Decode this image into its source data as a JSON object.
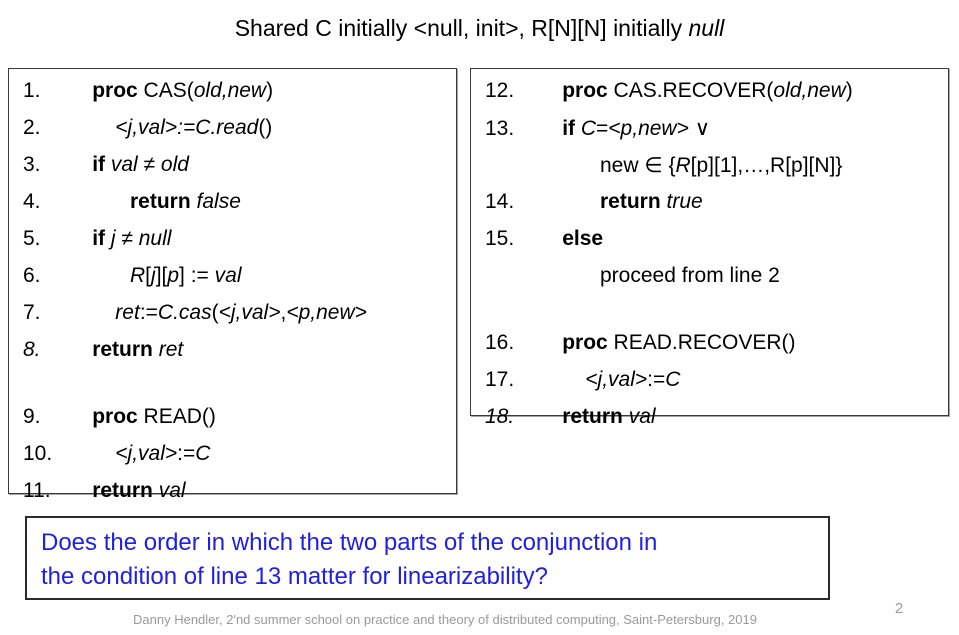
{
  "slide": {
    "title_prefix": "Shared C initially <null, init>, R[N][N] initially ",
    "title_italic": "null",
    "page_number": "2",
    "footer": "Danny Hendler, 2'nd summer school on practice and theory of distributed computing, Saint-Petersburg, 2019",
    "accent_color": "#2020e0",
    "border_color": "#3a3a3a"
  },
  "code_left": {
    "lines": [
      {
        "num": "1.",
        "num_italic": false,
        "indent": "ind2",
        "parts": [
          {
            "t": "proc ",
            "s": "b"
          },
          {
            "t": "CAS(",
            "s": ""
          },
          {
            "t": "old,new",
            "s": "i"
          },
          {
            "t": ")",
            "s": ""
          }
        ]
      },
      {
        "num": "2.",
        "num_italic": false,
        "indent": "ind3",
        "parts": [
          {
            "t": "<j,val>",
            "s": "i"
          },
          {
            "t": ":=",
            "s": "i"
          },
          {
            "t": "C.read",
            "s": "i"
          },
          {
            "t": "()",
            "s": ""
          }
        ]
      },
      {
        "num": "3.",
        "num_italic": false,
        "indent": "ind2",
        "parts": [
          {
            "t": "if ",
            "s": "b"
          },
          {
            "t": "val ≠ old",
            "s": "i"
          }
        ]
      },
      {
        "num": "4.",
        "num_italic": false,
        "indent": "ind4",
        "parts": [
          {
            "t": "return ",
            "s": "b"
          },
          {
            "t": "false",
            "s": "i"
          }
        ]
      },
      {
        "num": "5.",
        "num_italic": false,
        "indent": "ind2",
        "parts": [
          {
            "t": "if ",
            "s": "b"
          },
          {
            "t": "j ≠ null",
            "s": "i"
          }
        ]
      },
      {
        "num": "6.",
        "num_italic": false,
        "indent": "ind4",
        "parts": [
          {
            "t": "R",
            "s": "i"
          },
          {
            "t": "[",
            "s": ""
          },
          {
            "t": "j",
            "s": "i"
          },
          {
            "t": "][",
            "s": ""
          },
          {
            "t": "p",
            "s": "i"
          },
          {
            "t": "] := ",
            "s": ""
          },
          {
            "t": "val",
            "s": "i"
          }
        ]
      },
      {
        "num": "7.",
        "num_italic": false,
        "indent": "ind3",
        "parts": [
          {
            "t": "ret",
            "s": "i"
          },
          {
            "t": ":=",
            "s": ""
          },
          {
            "t": "C.cas",
            "s": "i"
          },
          {
            "t": "(",
            "s": ""
          },
          {
            "t": "<j,val>",
            "s": "i"
          },
          {
            "t": ",",
            "s": ""
          },
          {
            "t": "<p,new>",
            "s": "i"
          }
        ]
      },
      {
        "num": "8.",
        "num_italic": true,
        "indent": "ind2",
        "parts": [
          {
            "t": "return ",
            "s": "b"
          },
          {
            "t": "ret",
            "s": "i"
          }
        ]
      },
      {
        "num": "",
        "num_italic": false,
        "indent": "ind0",
        "spacer": true,
        "parts": []
      },
      {
        "num": "9.",
        "num_italic": false,
        "indent": "ind2",
        "parts": [
          {
            "t": "proc ",
            "s": "b"
          },
          {
            "t": "READ()",
            "s": ""
          }
        ]
      },
      {
        "num": "10.",
        "num_italic": false,
        "indent": "ind3",
        "parts": [
          {
            "t": "<j,val>",
            "s": "i"
          },
          {
            "t": ":=",
            "s": ""
          },
          {
            "t": "C",
            "s": "i"
          }
        ]
      },
      {
        "num": "11.",
        "num_italic": false,
        "indent": "ind2",
        "parts": [
          {
            "t": "return ",
            "s": "b"
          },
          {
            "t": "val",
            "s": "i"
          }
        ]
      }
    ]
  },
  "code_right": {
    "lines": [
      {
        "num": "12.",
        "num_italic": false,
        "indent": "ind2",
        "parts": [
          {
            "t": "proc ",
            "s": "b"
          },
          {
            "t": "CAS.RECOVER(",
            "s": ""
          },
          {
            "t": "old,new",
            "s": "i"
          },
          {
            "t": ")",
            "s": ""
          }
        ]
      },
      {
        "num": "13.",
        "num_italic": false,
        "indent": "ind2",
        "parts": [
          {
            "t": "if ",
            "s": "b"
          },
          {
            "t": "C",
            "s": "i"
          },
          {
            "t": "=",
            "s": ""
          },
          {
            "t": "<p,new>",
            "s": "i"
          },
          {
            "t": " ∨",
            "s": ""
          }
        ]
      },
      {
        "num": "",
        "num_italic": false,
        "indent": "ind4",
        "parts": [
          {
            "t": "new ∈ {",
            "s": ""
          },
          {
            "t": "R",
            "s": "i"
          },
          {
            "t": "[p][1],…,R[p][N]}",
            "s": ""
          }
        ]
      },
      {
        "num": "14.",
        "num_italic": false,
        "indent": "ind4",
        "parts": [
          {
            "t": "return ",
            "s": "b"
          },
          {
            "t": "true",
            "s": "i"
          }
        ]
      },
      {
        "num": "15.",
        "num_italic": false,
        "indent": "ind2",
        "parts": [
          {
            "t": "else",
            "s": "b"
          }
        ]
      },
      {
        "num": "",
        "num_italic": false,
        "indent": "ind4",
        "parts": [
          {
            "t": "proceed from line 2",
            "s": ""
          }
        ]
      },
      {
        "num": "",
        "num_italic": false,
        "indent": "ind0",
        "spacer": true,
        "parts": []
      },
      {
        "num": "16.",
        "num_italic": false,
        "indent": "ind2",
        "parts": [
          {
            "t": "proc ",
            "s": "b"
          },
          {
            "t": "READ.RECOVER()",
            "s": ""
          }
        ]
      },
      {
        "num": "17.",
        "num_italic": false,
        "indent": "ind3",
        "parts": [
          {
            "t": "<j,val>",
            "s": "i"
          },
          {
            "t": ":=",
            "s": ""
          },
          {
            "t": "C",
            "s": "i"
          }
        ]
      },
      {
        "num": "18.",
        "num_italic": true,
        "indent": "ind2",
        "parts": [
          {
            "t": "return ",
            "s": "b"
          },
          {
            "t": "val",
            "s": "i"
          }
        ]
      }
    ]
  },
  "question": {
    "line1": "Does the order in which the two parts of the conjunction in",
    "line2": "the condition of line 13 matter for linearizability?"
  }
}
